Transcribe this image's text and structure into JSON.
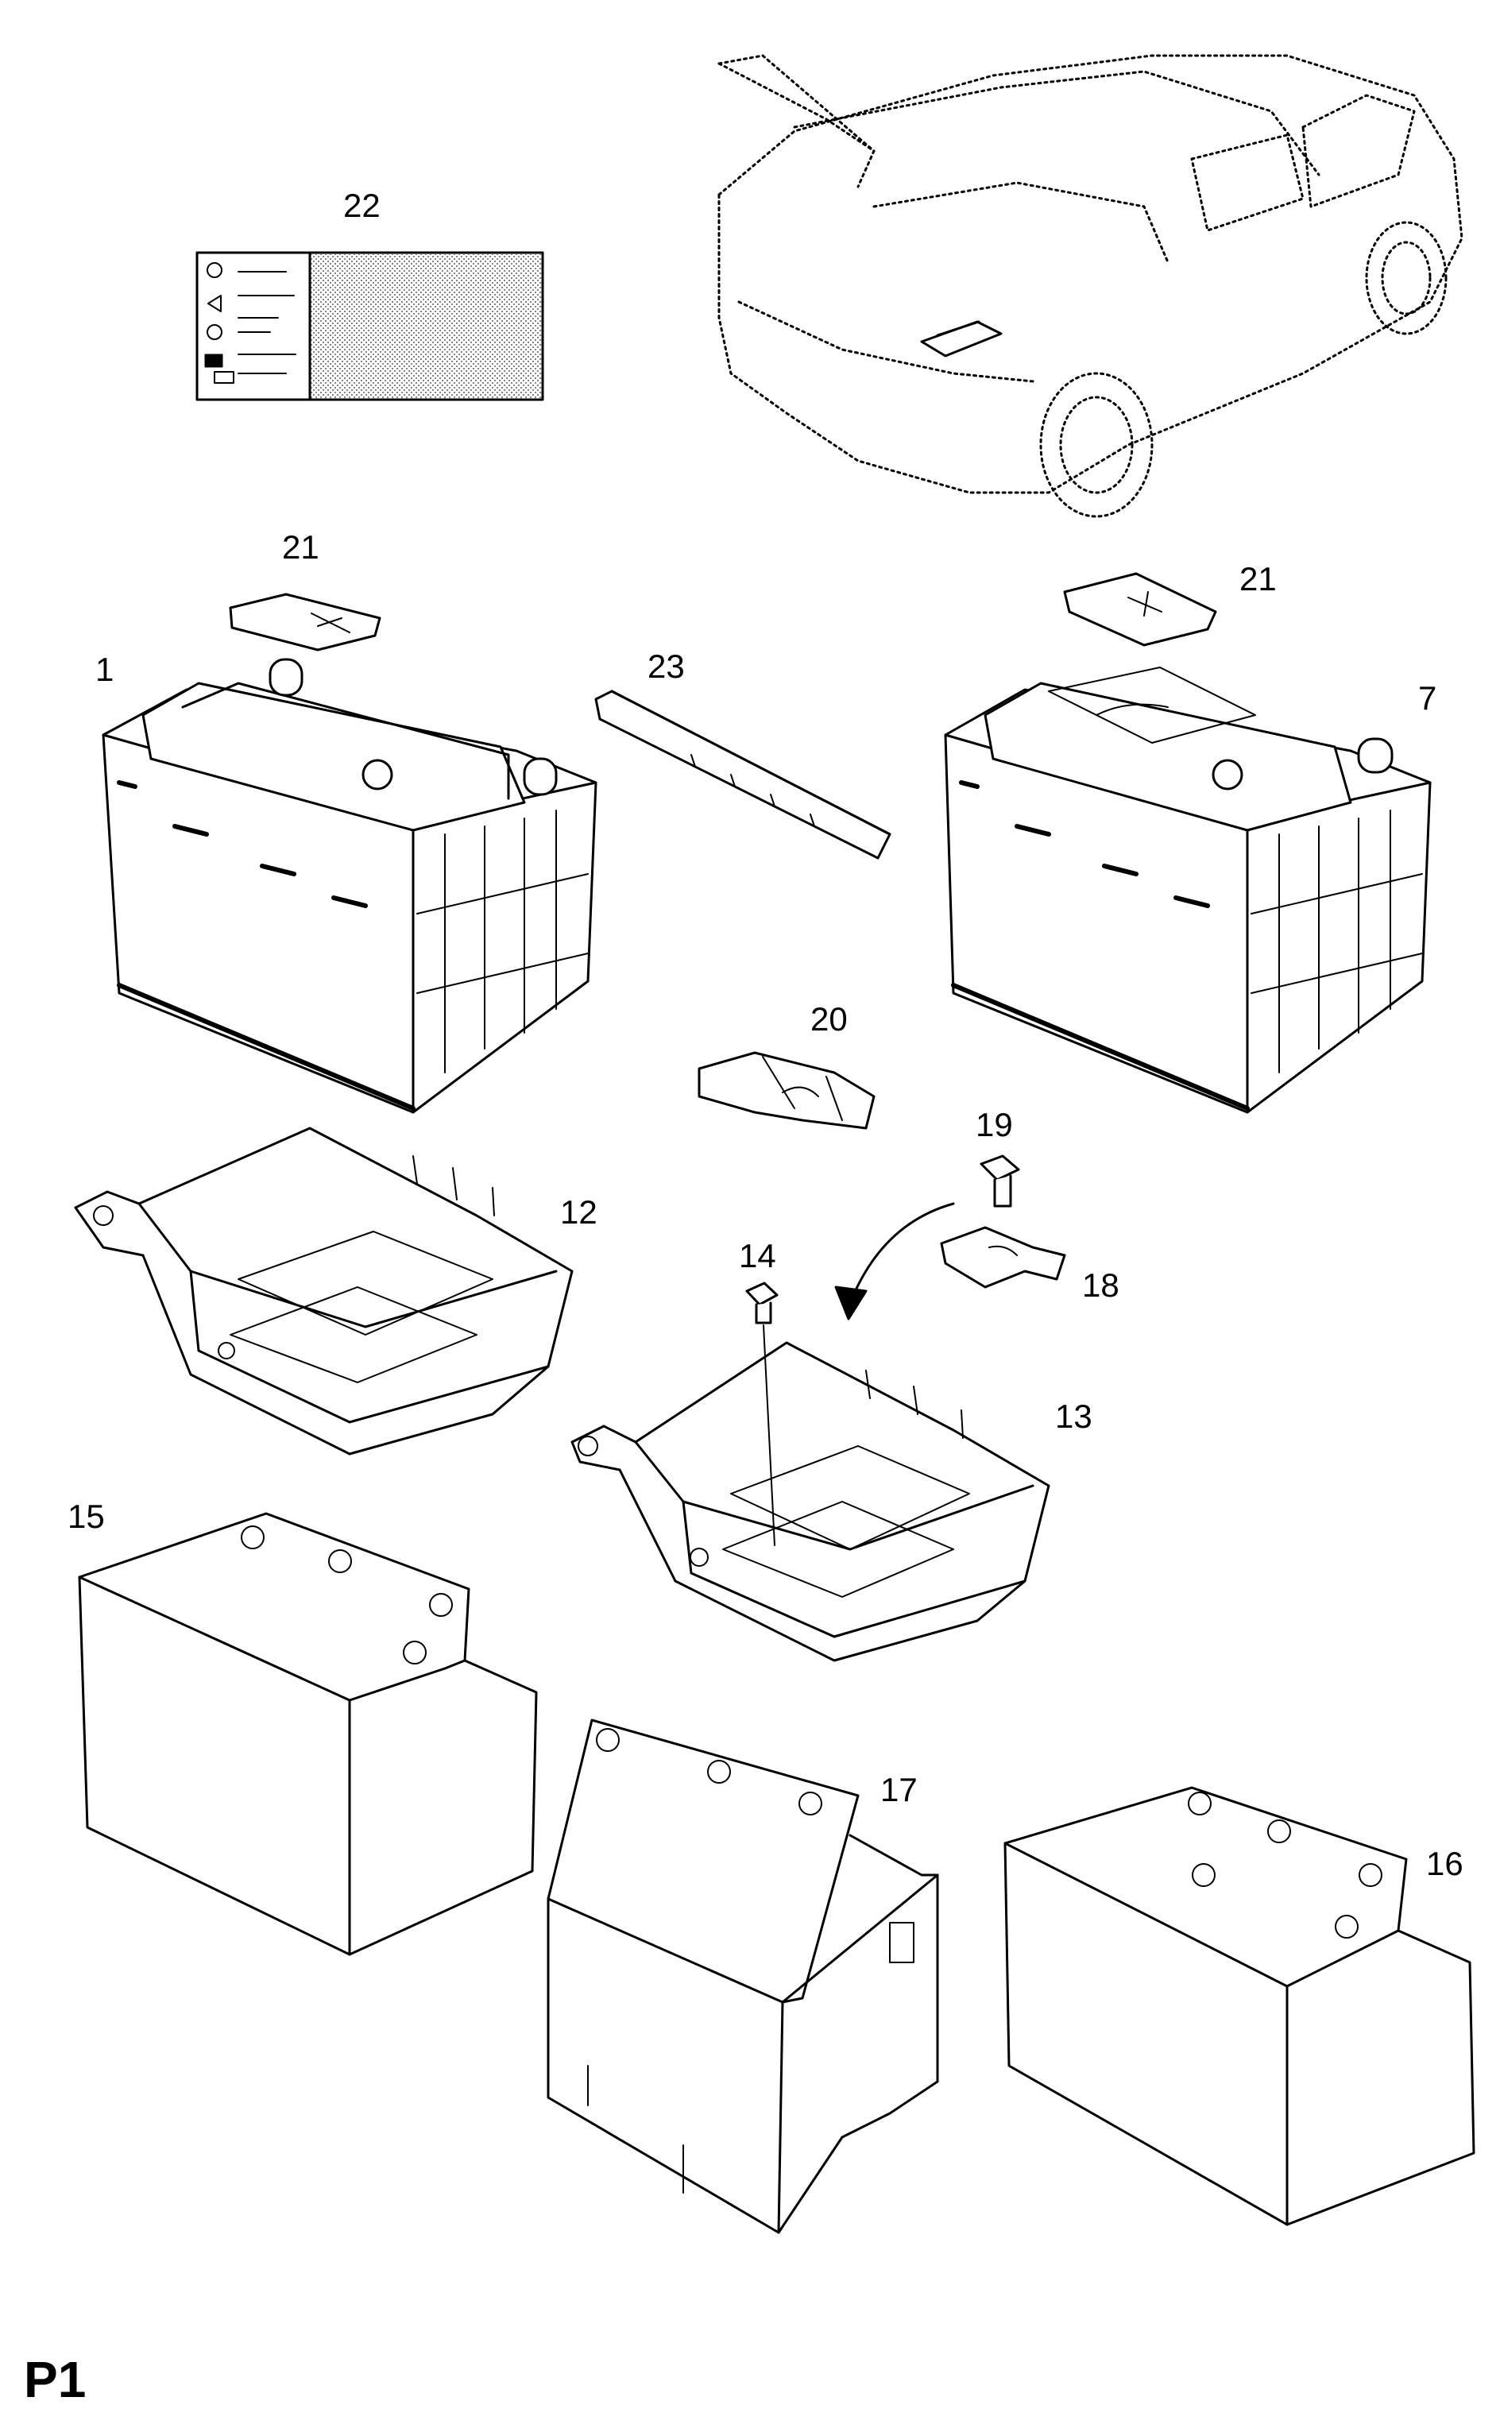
{
  "page": {
    "label": "P1"
  },
  "callouts": {
    "c1": "1",
    "c7": "7",
    "c12": "12",
    "c13": "13",
    "c14": "14",
    "c15": "15",
    "c16": "16",
    "c17": "17",
    "c18": "18",
    "c19": "19",
    "c20": "20",
    "c21a": "21",
    "c21b": "21",
    "c22": "22",
    "c23": "23"
  },
  "colors": {
    "line": "#000000",
    "fill": "#ffffff",
    "stipple": "#9a9a9a"
  }
}
